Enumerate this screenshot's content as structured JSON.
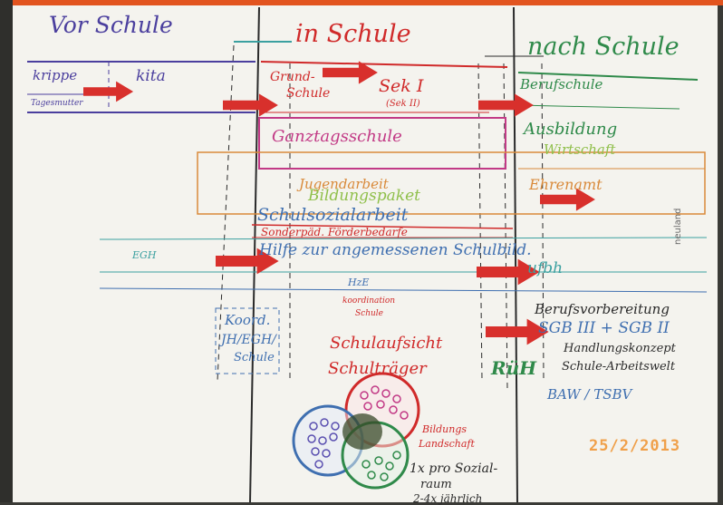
{
  "columns": {
    "vor": "Vor Schule",
    "in": "in Schule",
    "nach": "nach Schule"
  },
  "left": {
    "krippe": "krippe",
    "kita": "kita",
    "tagesmutter": "Tagesmutter",
    "egh": "EGH"
  },
  "middle": {
    "grundschule_1": "Grund-",
    "grundschule_2": "Schule",
    "sek1": "Sek I",
    "sek2": "(Sek II)",
    "ganztag": "Ganztagsschule",
    "jugendarbeit": "Jugendarbeit",
    "bildungspaket": "Bildungspaket",
    "schulsozialarbeit": "Schulsozialarbeit",
    "sonderpaed": "Sonderpäd. Förderbedarfe",
    "hilfe": "Hilfe zur angemessenen Schulbild.",
    "hze": "HzE",
    "koordination_1": "koordination",
    "koordination_2": "Schule",
    "koord_1": "Koord.",
    "koord_2": "JH/EGH/",
    "koord_3": "Schule",
    "schulaufsicht": "Schulaufsicht",
    "schultraeger": "Schulträger",
    "bildungs_1": "Bildungs",
    "bildungs_2": "Landschaft",
    "sozialraum_1": "1x pro Sozial-",
    "sozialraum_2": "raum",
    "jaehrlich": "2-4x jährlich"
  },
  "right": {
    "berufschule": "Berufschule",
    "ausbildung": "Ausbildung",
    "wirtschaft": "Wirtschaft",
    "ehrenamt": "Ehrenamt",
    "ufbh": "ufbh",
    "berufsvorbereitung": "Berufsvorbereitung",
    "sgb": "SGB III + SGB II",
    "ruh": "RüH",
    "handlungskonzept_1": "Handlungskonzept",
    "handlungskonzept_2": "Schule-Arbeitswelt",
    "baw": "BAW / TSBV"
  },
  "date_stamp": "25/2/2013",
  "brand": "neuland",
  "colors": {
    "purple": "#4b3f9e",
    "red": "#d02a2a",
    "magenta": "#c23a86",
    "green": "#2f8a4a",
    "lightgreen": "#8fbf4a",
    "orange": "#d98a3a",
    "blue": "#3f6fb0",
    "teal": "#3ba0a0",
    "black": "#2a2a2a",
    "arrow": "#d8302c",
    "stamp": "#f0a04a"
  }
}
